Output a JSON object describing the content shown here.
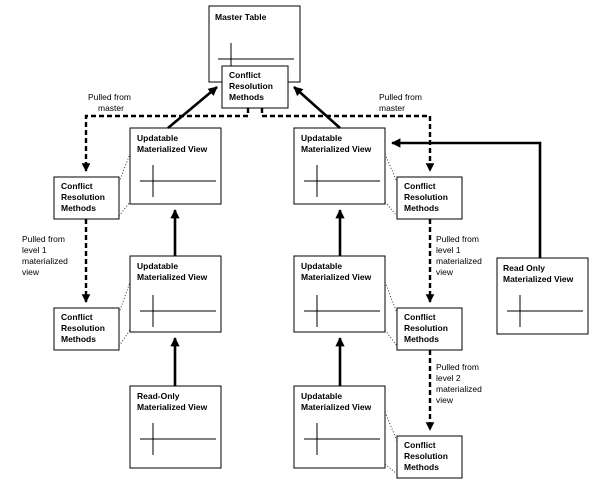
{
  "labels": {
    "master_table": "Master Table",
    "crm": [
      "Conflict",
      "Resolution",
      "Methods"
    ],
    "updatable_mv": [
      "Updatable",
      "Materialized View"
    ],
    "readonly_hyphen_mv": [
      "Read-Only",
      "Materialized View"
    ],
    "readonly_mv": [
      "Read Only",
      "Materialized View"
    ]
  },
  "notes": {
    "pulled_master": [
      "Pulled from",
      "master"
    ],
    "pulled_level1": [
      "Pulled from",
      "level 1",
      "materialized",
      "view"
    ],
    "pulled_level2": [
      "Pulled from",
      "level 2",
      "materialized",
      "view"
    ]
  }
}
